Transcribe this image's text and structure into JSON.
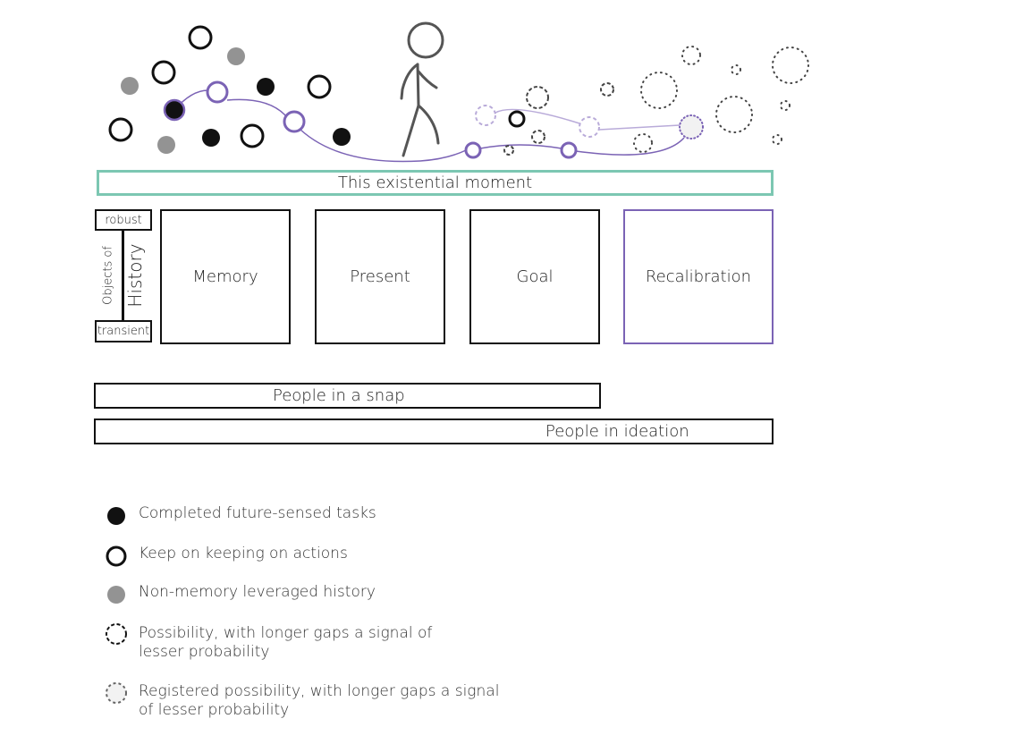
{
  "diagram": {
    "moment_label": "This existential moment",
    "history_axis": {
      "top_label": "robust",
      "bottom_label": "transient",
      "caption_small": "Objects of",
      "caption_large": "History"
    },
    "stages": [
      {
        "label": "Memory"
      },
      {
        "label": "Present"
      },
      {
        "label": "Goal"
      },
      {
        "label": "Recalibration"
      }
    ],
    "people_bars": [
      {
        "label": "People in a snap"
      },
      {
        "label": "People in ideation"
      }
    ],
    "colors": {
      "accent_purple": "#7b63b5",
      "light_purple": "#b9abd9",
      "teal": "#7cc7b2",
      "gray": "#939393",
      "figure": "#555555"
    }
  },
  "legend": [
    {
      "icon": "filled-black-circle",
      "label": "Completed future-sensed tasks"
    },
    {
      "icon": "outline-black-circle",
      "label": "Keep on keeping on actions"
    },
    {
      "icon": "filled-gray-circle",
      "label": "Non-memory leveraged history"
    },
    {
      "icon": "dashed-circle",
      "label": "Possibility, with longer gaps a signal of lesser probability"
    },
    {
      "icon": "dashed-gray-filled-circle",
      "label": "Registered possibility, with longer gaps a signal of lesser probability"
    }
  ]
}
